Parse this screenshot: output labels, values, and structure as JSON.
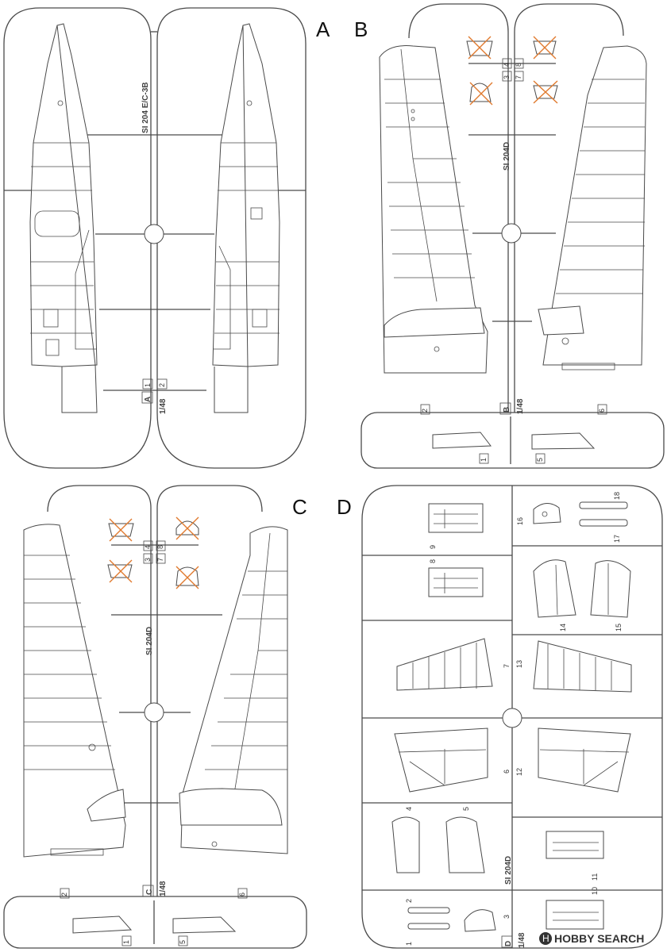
{
  "sprues": {
    "A": {
      "letter": "A",
      "code": "SI 204 E/C-3B",
      "scale": "1/48",
      "tag": "A",
      "parts": [
        "1",
        "2"
      ]
    },
    "B": {
      "letter": "B",
      "code": "SI 204D",
      "scale": "1/48",
      "tag": "B",
      "parts": [
        "1",
        "2",
        "3",
        "4",
        "5",
        "6",
        "7",
        "8"
      ]
    },
    "C": {
      "letter": "C",
      "code": "SI 204D",
      "scale": "1/48",
      "tag": "C",
      "parts": [
        "1",
        "2",
        "3",
        "4",
        "5",
        "6",
        "7",
        "8"
      ]
    },
    "D": {
      "letter": "D",
      "code": "SI 204D",
      "scale": "1/48",
      "tag": "D",
      "parts": [
        "1",
        "2",
        "3",
        "4",
        "5",
        "6",
        "7",
        "8",
        "9",
        "10",
        "11",
        "12",
        "13",
        "14",
        "15",
        "16",
        "17",
        "18"
      ]
    }
  },
  "watermark": {
    "logo": "H",
    "text": "HOBBY SEARCH"
  },
  "colors": {
    "outline": "#4a4a4a",
    "unused_mark": "#e07a2e"
  }
}
